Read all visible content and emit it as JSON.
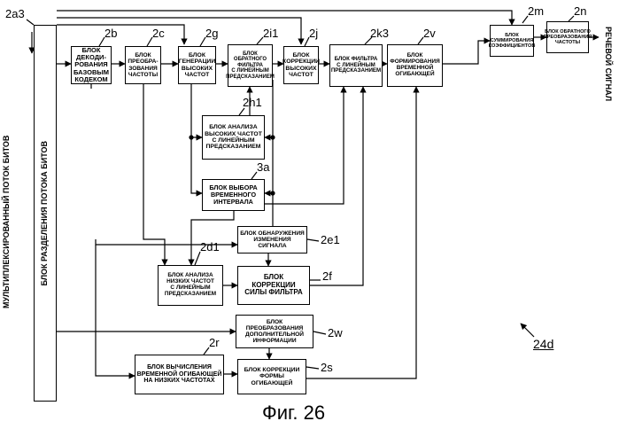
{
  "figure": {
    "caption": "Фиг. 26",
    "figure_ref": "24d"
  },
  "input_signal": {
    "label": "МУЛЬТИПЛЕКСИРОВАННЫЙ ПОТОК БИТОВ"
  },
  "output_signal": {
    "label": "РЕЧЕВОЙ СИГНАЛ"
  },
  "blocks": {
    "b2a3": {
      "ref": "2a3",
      "label": "БЛОК РАЗДЕЛЕНИЯ ПОТОКА БИТОВ"
    },
    "b2b": {
      "ref": "2b",
      "label": "БЛОК\nДЕКОДИ-\nРОВАНИЯ\nБАЗОВЫМ\nКОДЕКОМ"
    },
    "b2c": {
      "ref": "2c",
      "label": "БЛОК\nПРЕОБРА-\nЗОВАНИЯ\nЧАСТОТЫ"
    },
    "b2g": {
      "ref": "2g",
      "label": "БЛОК\nГЕНЕРАЦИИ\nВЫСОКИХ\nЧАСТОТ"
    },
    "b2i1": {
      "ref": "2i1",
      "label": "БЛОК ОБРАТНОГО\nФИЛЬТРА\nС ЛИНЕЙНЫМ\nПРЕДСКАЗАНИЕМ"
    },
    "b2j": {
      "ref": "2j",
      "label": "БЛОК\nКОРРЕКЦИИ\nВЫСОКИХ\nЧАСТОТ"
    },
    "b2k3": {
      "ref": "2k3",
      "label": "БЛОК ФИЛЬТРА\nС ЛИНЕЙНЫМ\nПРЕДСКАЗАНИЕМ"
    },
    "b2v": {
      "ref": "2v",
      "label": "БЛОК\nФОРМИРОВАНИЯ\nВРЕМЕННОЙ\nОГИБАЮЩЕЙ"
    },
    "b2m": {
      "ref": "2m",
      "label": "БЛОК\nСУММИРОВАНИЯ\nКОЭФФИЦИЕНТОВ"
    },
    "b2n": {
      "ref": "2n",
      "label": "БЛОК ОБРАТНОГО\nПРЕОБРАЗОВАНИЯ\nЧАСТОТЫ"
    },
    "b2h1": {
      "ref": "2h1",
      "label": "БЛОК АНАЛИЗА\nВЫСОКИХ ЧАСТОТ\nС ЛИНЕЙНЫМ\nПРЕДСКАЗАНИЕМ"
    },
    "b3a": {
      "ref": "3a",
      "label": "БЛОК ВЫБОРА\nВРЕМЕННОГО\nИНТЕРВАЛА"
    },
    "b2e1": {
      "ref": "2e1",
      "label": "БЛОК ОБНАРУЖЕНИЯ\nИЗМЕНЕНИЯ СИГНАЛА"
    },
    "b2d1": {
      "ref": "2d1",
      "label": "БЛОК АНАЛИЗА\nНИЗКИХ ЧАСТОТ\nС ЛИНЕЙНЫМ\nПРЕДСКАЗАНИЕМ"
    },
    "b2f": {
      "ref": "2f",
      "label": "БЛОК\nКОРРЕКЦИИ\nСИЛЫ ФИЛЬТРА"
    },
    "b2w": {
      "ref": "2w",
      "label": "БЛОК ПРЕОБРАЗОВАНИЯ\nДОПОЛНИТЕЛЬНОЙ\nИНФОРМАЦИИ"
    },
    "b2r": {
      "ref": "2r",
      "label": "БЛОК ВЫЧИСЛЕНИЯ\nВРЕМЕННОЙ ОГИБАЮЩЕЙ\nНА НИЗКИХ ЧАСТОТАХ"
    },
    "b2s": {
      "ref": "2s",
      "label": "БЛОК КОРРЕКЦИИ\nФОРМЫ\nОГИБАЮЩЕЙ"
    }
  }
}
